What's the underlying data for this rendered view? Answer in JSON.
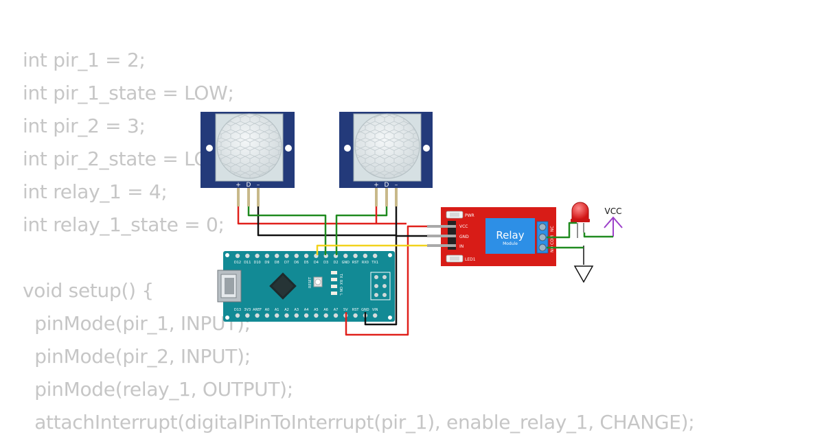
{
  "code_lines": [
    "int pir_1 = 2;",
    "int pir_1_state = LOW;",
    "int pir_2 = 3;",
    "int pir_2_state = LOW;",
    "int relay_1 = 4;",
    "int relay_1_state = 0;",
    "",
    "void setup() {",
    "  pinMode(pir_1, INPUT);",
    "  pinMode(pir_2, INPUT);",
    "  pinMode(relay_1, OUTPUT);",
    "  attachInterrupt(digitalPinToInterrupt(pir_1), enable_relay_1, CHANGE);"
  ],
  "pir_sensors": [
    {
      "pins": [
        "+",
        "D",
        "–"
      ]
    },
    {
      "pins": [
        "+",
        "D",
        "–"
      ]
    }
  ],
  "arduino": {
    "top_pins": [
      "D12",
      "D11",
      "D10",
      "D9",
      "D8",
      "D7",
      "D6",
      "D5",
      "D4",
      "D3",
      "D2",
      "GND",
      "RST",
      "RX0",
      "TX1"
    ],
    "bottom_pins": [
      "D13",
      "3V3",
      "AREF",
      "A0",
      "A1",
      "A2",
      "A3",
      "A4",
      "A5",
      "A6",
      "A7",
      "5V",
      "RST",
      "GND",
      "VIN"
    ],
    "reset_label": "RESET",
    "led_labels": [
      "TX",
      "RX",
      "ON",
      "L"
    ]
  },
  "relay_module": {
    "title": "Relay",
    "subtitle": "Module",
    "pins": [
      "VCC",
      "GND",
      "IN"
    ],
    "pwr_label": "PWR",
    "led1_label": "LED1",
    "terminals": [
      "NO",
      "COM",
      "NC"
    ]
  },
  "vcc_label": "VCC",
  "colors": {
    "wire_red": "#e0201b",
    "wire_black": "#111111",
    "wire_green": "#1f8a1f",
    "wire_yellow": "#f2d21b",
    "pir_body": "#233a7a",
    "arduino_board": "#128a95",
    "relay_board": "#d81c17",
    "relay_block": "#2d8fe6",
    "vcc_symbol": "#9c3fc9"
  }
}
